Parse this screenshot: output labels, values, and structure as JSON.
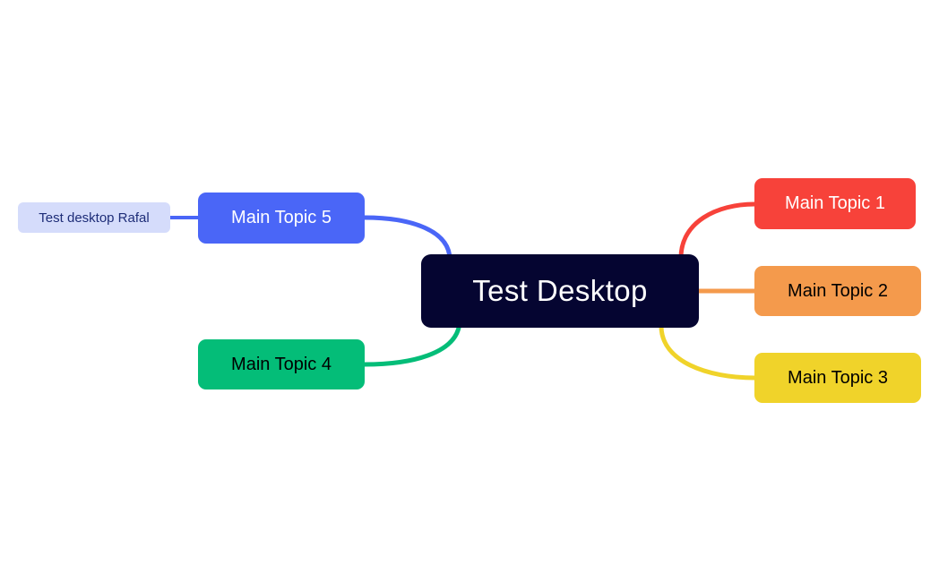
{
  "map": {
    "title": "Test Desktop",
    "background_color": "#ffffff"
  },
  "root": {
    "label": "Test Desktop",
    "fill": "#050531",
    "text_color": "#ffffff"
  },
  "branches": {
    "right": [
      {
        "id": "topic1",
        "label": "Main Topic 1",
        "fill": "#f7423a",
        "text_color": "#ffffff",
        "edge_color": "#f7423a",
        "edge_style": "curve"
      },
      {
        "id": "topic2",
        "label": "Main Topic 2",
        "fill": "#f49a4c",
        "text_color": "#000000",
        "edge_color": "#f49a4c",
        "edge_style": "straight"
      },
      {
        "id": "topic3",
        "label": "Main Topic 3",
        "fill": "#f0d32a",
        "text_color": "#000000",
        "edge_color": "#f0d32a",
        "edge_style": "curve"
      }
    ],
    "left": [
      {
        "id": "topic5",
        "label": "Main Topic 5",
        "fill": "#4a66f7",
        "text_color": "#ffffff",
        "edge_color": "#4a66f7",
        "edge_style": "curve"
      },
      {
        "id": "topic4",
        "label": "Main Topic 4",
        "fill": "#04bd78",
        "text_color": "#000000",
        "edge_color": "#04bd78",
        "edge_style": "curve"
      }
    ]
  },
  "leaves": [
    {
      "id": "leaf-rafal",
      "label": "Test desktop Rafal",
      "parent": "topic5",
      "fill": "#d5dcfb",
      "text_color": "#1e2d78",
      "edge_color": "#4a66f7",
      "edge_style": "straight"
    }
  ]
}
